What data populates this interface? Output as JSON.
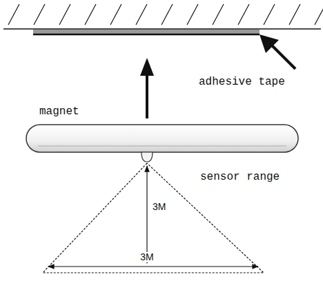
{
  "diagram": {
    "labels": [
      "adhesive tape",
      "magnet",
      "sensor range",
      "3M",
      "3M"
    ]
  }
}
